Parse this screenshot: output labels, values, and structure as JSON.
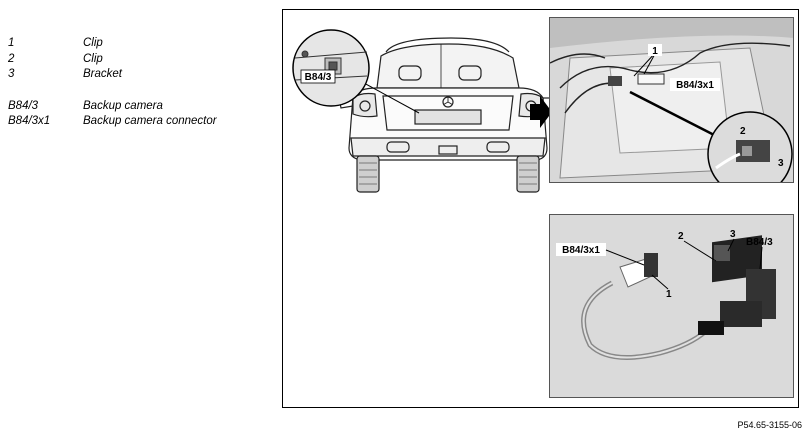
{
  "legend": [
    {
      "code": "1",
      "desc": "Clip"
    },
    {
      "code": "2",
      "desc": "Clip"
    },
    {
      "code": "3",
      "desc": "Bracket"
    },
    {
      "code": "B84/3",
      "desc": "Backup camera"
    },
    {
      "code": "B84/3x1",
      "desc": "Backup camera connector"
    }
  ],
  "callouts": {
    "vehicle_camera": "B84/3",
    "tr_clip": "1",
    "tr_connector": "B84/3x1",
    "tr_clip2": "2",
    "tr_bracket": "3",
    "br_connector": "B84/3x1",
    "br_clip2": "2",
    "br_bracket": "3",
    "br_camera": "B84/3",
    "br_clip1": "1"
  },
  "figure_id": "P54.65-3155-06"
}
